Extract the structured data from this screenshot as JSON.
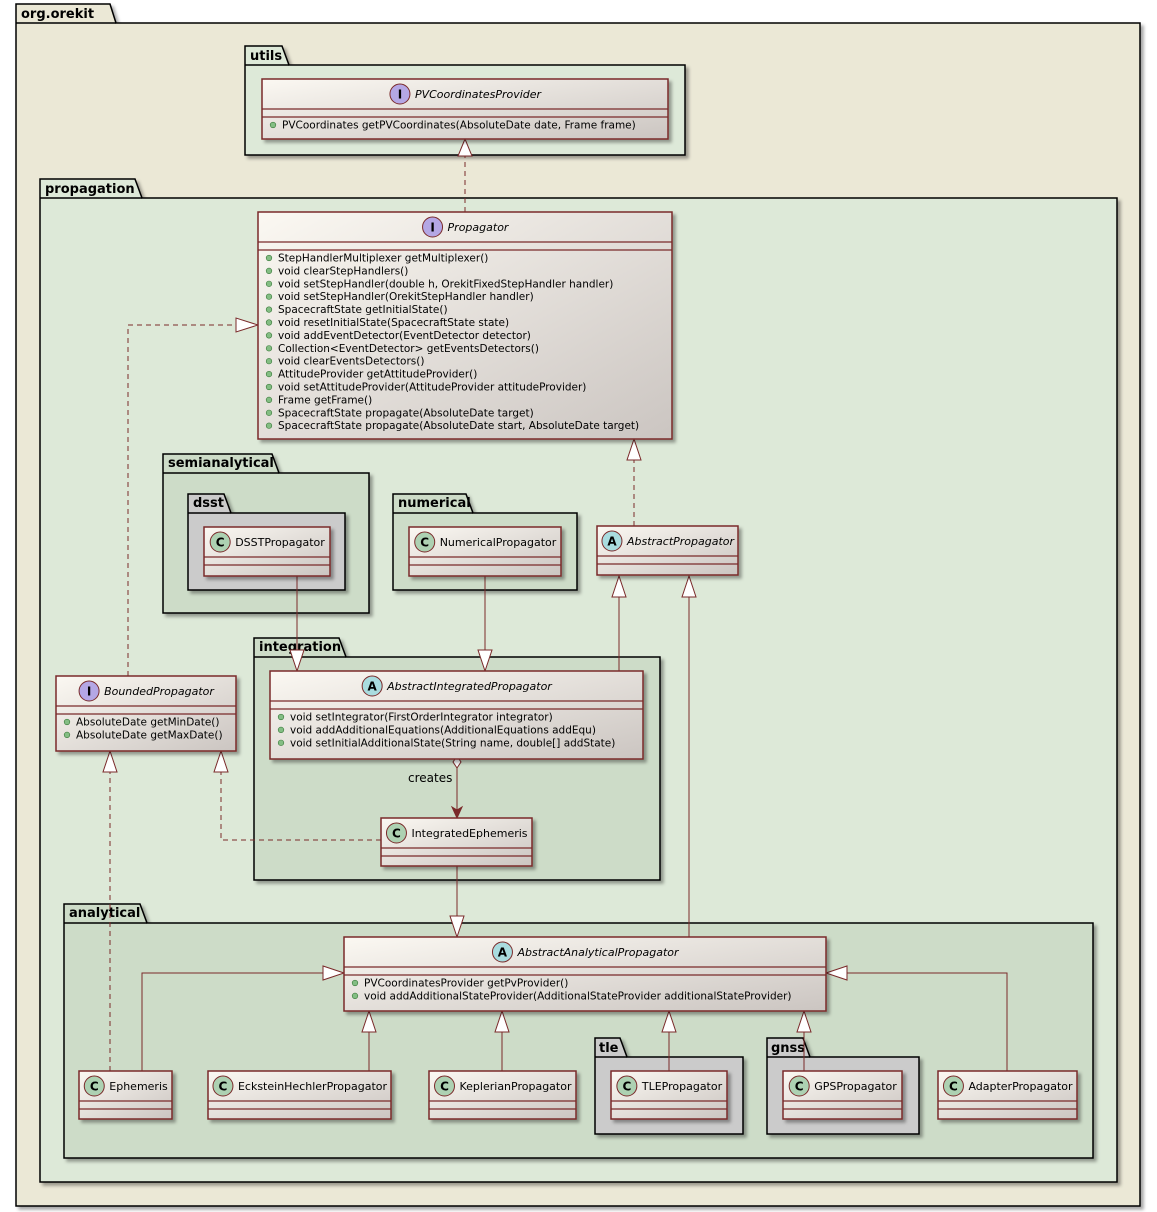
{
  "packages": {
    "root": "org.orekit",
    "utils": "utils",
    "propagation": "propagation",
    "semianalytical": "semianalytical",
    "dsst": "dsst",
    "numerical": "numerical",
    "integration": "integration",
    "analytical": "analytical",
    "tle": "tle",
    "gnss": "gnss"
  },
  "classes": {
    "pv_provider": {
      "kind": "I",
      "name": "PVCoordinatesProvider",
      "abstract": true,
      "members": [
        "PVCoordinates getPVCoordinates(AbsoluteDate date, Frame frame)"
      ]
    },
    "propagator": {
      "kind": "I",
      "name": "Propagator",
      "abstract": true,
      "members": [
        "StepHandlerMultiplexer getMultiplexer()",
        "void clearStepHandlers()",
        "void setStepHandler(double h, OrekitFixedStepHandler handler)",
        "void setStepHandler(OrekitStepHandler handler)",
        "SpacecraftState getInitialState()",
        "void resetInitialState(SpacecraftState state)",
        "void addEventDetector(EventDetector detector)",
        "Collection<EventDetector> getEventsDetectors()",
        "void clearEventsDetectors()",
        "AttitudeProvider getAttitudeProvider()",
        "void setAttitudeProvider(AttitudeProvider attitudeProvider)",
        "Frame getFrame()",
        "SpacecraftState propagate(AbsoluteDate target)",
        "SpacecraftState propagate(AbsoluteDate start, AbsoluteDate target)"
      ]
    },
    "dsst": {
      "kind": "C",
      "name": "DSSTPropagator",
      "abstract": false,
      "members": []
    },
    "numerical": {
      "kind": "C",
      "name": "NumericalPropagator",
      "abstract": false,
      "members": []
    },
    "abstract_propagator": {
      "kind": "A",
      "name": "AbstractPropagator",
      "abstract": true,
      "members": []
    },
    "bounded": {
      "kind": "I",
      "name": "BoundedPropagator",
      "abstract": true,
      "members": [
        "AbsoluteDate getMinDate()",
        "AbsoluteDate getMaxDate()"
      ]
    },
    "abstract_integrated": {
      "kind": "A",
      "name": "AbstractIntegratedPropagator",
      "abstract": true,
      "members": [
        "void setIntegrator(FirstOrderIntegrator integrator)",
        "void addAdditionalEquations(AdditionalEquations addEqu)",
        "void setInitialAdditionalState(String name, double[] addState)"
      ]
    },
    "integrated_ephemeris": {
      "kind": "C",
      "name": "IntegratedEphemeris",
      "abstract": false,
      "members": []
    },
    "abstract_analytical": {
      "kind": "A",
      "name": "AbstractAnalyticalPropagator",
      "abstract": true,
      "members": [
        "PVCoordinatesProvider getPvProvider()",
        "void addAdditionalStateProvider(AdditionalStateProvider additionalStateProvider)"
      ]
    },
    "ephemeris": {
      "kind": "C",
      "name": "Ephemeris",
      "abstract": false,
      "members": []
    },
    "eckstein": {
      "kind": "C",
      "name": "EcksteinHechlerPropagator",
      "abstract": false,
      "members": []
    },
    "keplerian": {
      "kind": "C",
      "name": "KeplerianPropagator",
      "abstract": false,
      "members": []
    },
    "tle": {
      "kind": "C",
      "name": "TLEPropagator",
      "abstract": false,
      "members": []
    },
    "gps": {
      "kind": "C",
      "name": "GPSPropagator",
      "abstract": false,
      "members": []
    },
    "adapter": {
      "kind": "C",
      "name": "AdapterPropagator",
      "abstract": false,
      "members": []
    }
  },
  "labels": {
    "creates": "creates"
  },
  "colors": {
    "root_fill": "#ebe8d6",
    "pkg_fill": "#dde9d8",
    "subpkg_fill": "#cddcc8",
    "gray_pkg_fill": "#cbcbcb",
    "class_border": "#7a2a2a",
    "circle_I": "#b4a7e5",
    "circle_A": "#a9dcdf",
    "circle_C": "#add1b2",
    "visibility_public": "#84be84",
    "line": "#7a2a2a"
  }
}
